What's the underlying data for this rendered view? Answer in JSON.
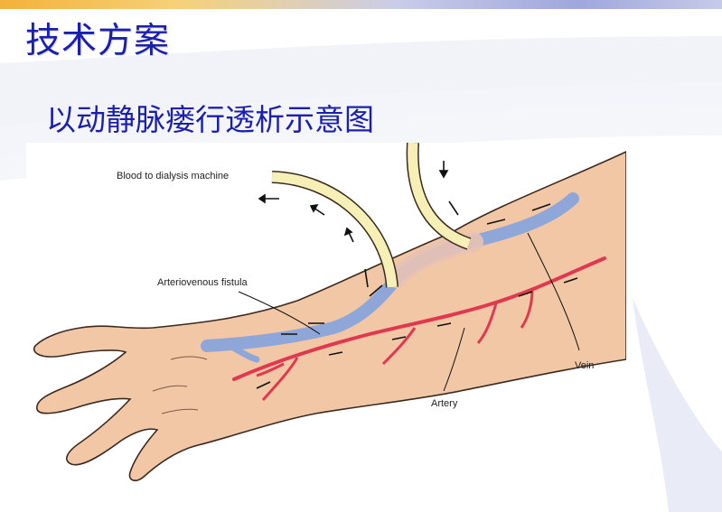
{
  "slide": {
    "title": "技术方案",
    "subtitle": "以动静脉瘘行透析示意图"
  },
  "figure": {
    "labels": {
      "blood_to_machine": "Blood to dialysis machine",
      "fistula": "Arteriovenous fistula",
      "vein": "Vein",
      "artery": "Artery"
    },
    "colors": {
      "skin": "#f2c7a6",
      "skin_outline": "#3a2a20",
      "vein": "#8fa6d9",
      "artery": "#e0394f",
      "tube": "#f6f0b6"
    }
  }
}
